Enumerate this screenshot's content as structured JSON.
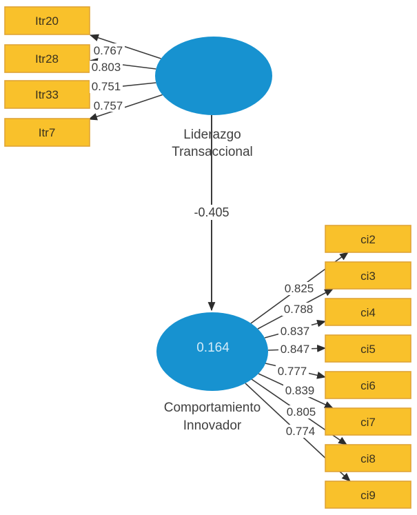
{
  "model": {
    "constructs": [
      {
        "id": "liderazgo-transaccional",
        "label_lines": [
          "Liderazgo",
          "Transaccional"
        ],
        "value": ""
      },
      {
        "id": "comportamiento-innovador",
        "label_lines": [
          "Comportamiento",
          "Innovador"
        ],
        "value": "0.164"
      }
    ],
    "structural_path": {
      "coefficient": "-0.405"
    },
    "left_indicators": [
      {
        "label": "Itr20",
        "loading": "0.767"
      },
      {
        "label": "Itr28",
        "loading": "0.803"
      },
      {
        "label": "Itr33",
        "loading": "0.751"
      },
      {
        "label": "Itr7",
        "loading": "0.757"
      }
    ],
    "right_indicators": [
      {
        "label": "ci2",
        "loading": "0.825"
      },
      {
        "label": "ci3",
        "loading": "0.788"
      },
      {
        "label": "ci4",
        "loading": "0.837"
      },
      {
        "label": "ci5",
        "loading": "0.847"
      },
      {
        "label": "ci6",
        "loading": "0.777"
      },
      {
        "label": "ci7",
        "loading": "0.839"
      },
      {
        "label": "ci8",
        "loading": "0.805"
      },
      {
        "label": "ci9",
        "loading": "0.774"
      }
    ],
    "colors": {
      "indicator_fill": "#f9c12b",
      "indicator_border": "#dfa437",
      "construct_fill": "#1792d0",
      "construct_value_text": "#d3ebf8",
      "line": "#3a3a3a",
      "label_text": "#3f3f3f",
      "background": "#ffffff"
    }
  }
}
